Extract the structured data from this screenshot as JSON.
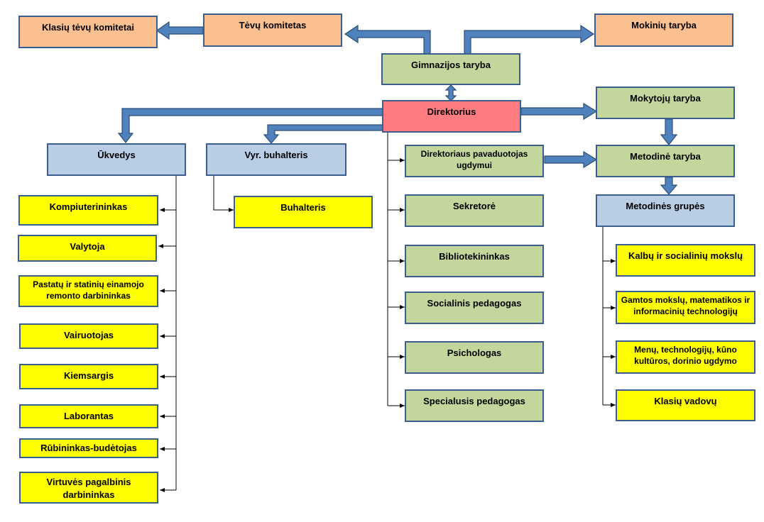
{
  "top": {
    "class_parents": "Klasių tėvų komitetai",
    "parents": "Tėvų komitetas",
    "students": "Mokinių taryba",
    "gym_council": "Gimnazijos taryba"
  },
  "director": "Direktorius",
  "teachers_council": "Mokytojų taryba",
  "method_council": "Metodinė taryba",
  "method_groups": "Metodinės grupės",
  "steward": {
    "title": "Ūkvedys",
    "staff": [
      "Kompiuterininkas",
      "Valytoja",
      "Pastatų ir statinių einamojo remonto darbininkas",
      "Vairuotojas",
      "Kiemsargis",
      "Laborantas",
      "Rūbininkas-budėtojas",
      "Virtuvės pagalbinis darbininkas"
    ]
  },
  "accounting": {
    "title": "Vyr. buhalteris",
    "staff": [
      "Buhalteris"
    ]
  },
  "director_staff": [
    "Direktoriaus pavaduotojas ugdymui",
    "Sekretorė",
    "Bibliotekininkas",
    "Socialinis pedagogas",
    "Psichologas",
    "Specialusis pedagogas"
  ],
  "groups": [
    "Kalbų ir socialinių mokslų",
    "Gamtos mokslų, matematikos ir informacinių technologijų",
    "Menų, technologijų, kūno kultūros, dorinio ugdymo",
    "Klasių vadovų"
  ]
}
